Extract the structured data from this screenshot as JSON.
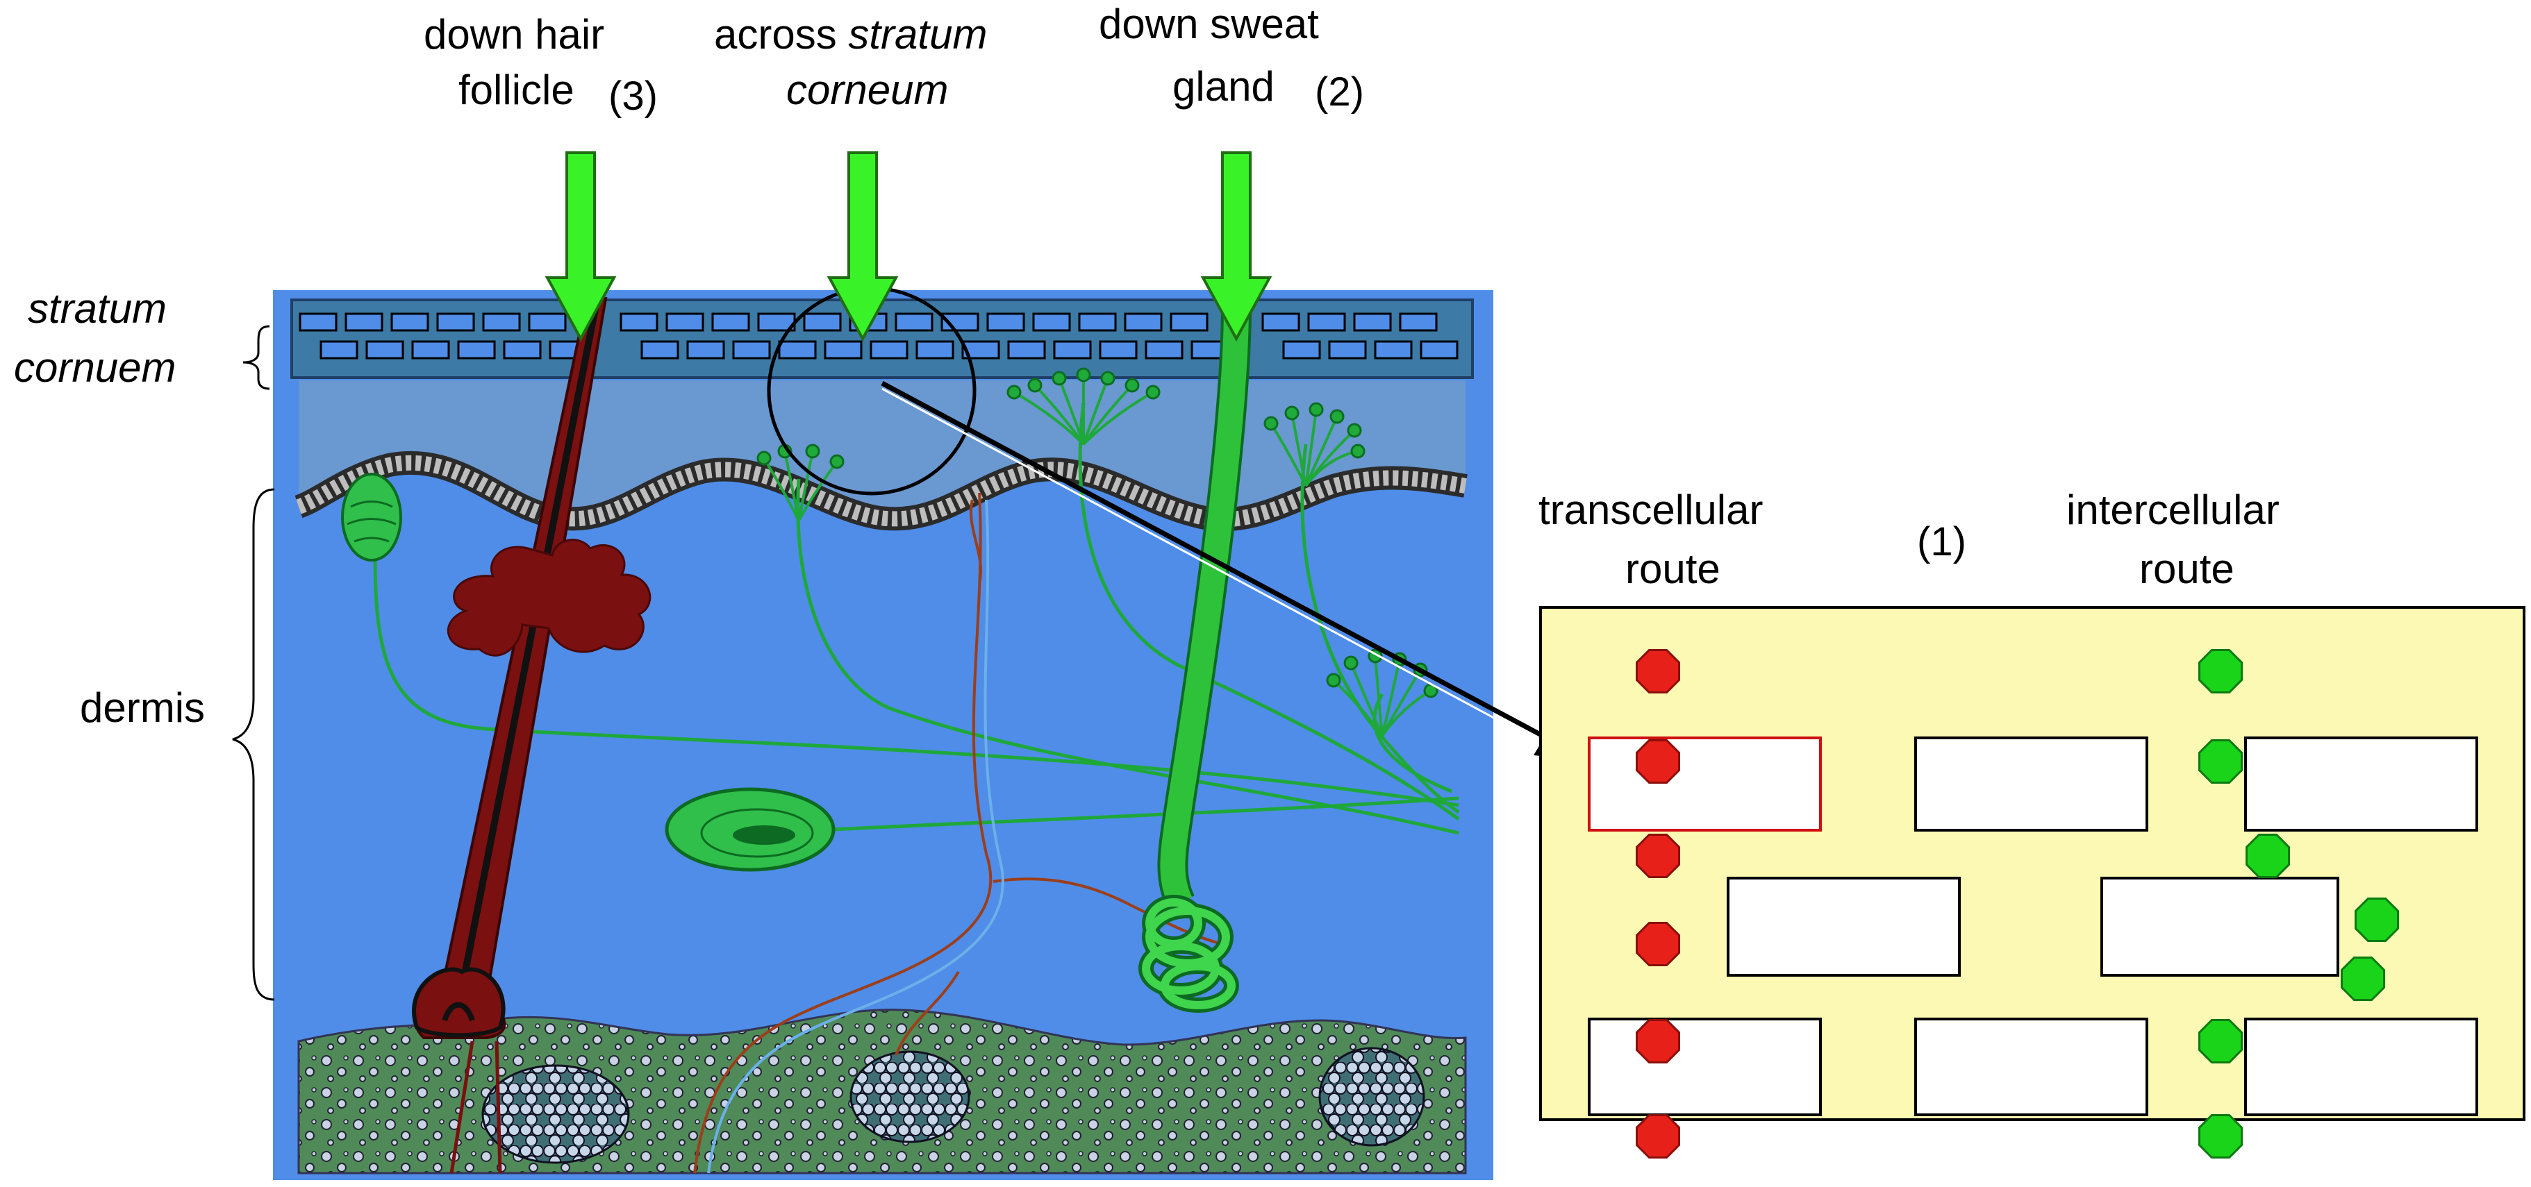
{
  "labels": {
    "hair_line1": "down hair",
    "hair_line2": "follicle",
    "hair_num": "(3)",
    "across_line1_plain": "across ",
    "across_line1_italic": "stratum",
    "across_line2": "corneum",
    "sweat_line1": "down sweat",
    "sweat_line2": "gland",
    "sweat_num": "(2)",
    "sc_line1": "stratum",
    "sc_line2": "cornuem",
    "dermis": "dermis",
    "trans_line1": "transcellular",
    "trans_line2": "route",
    "route_num": "(1)",
    "inter_line1": "intercellular",
    "inter_line2": "route"
  },
  "colors": {
    "skin_bg": "#4f8de8",
    "arrow": "#39f227",
    "hair": "#7a1010",
    "sweat": "#2ec23a",
    "nerve": "#1faa3a",
    "panel": "#fbf9b3",
    "route_red": "#e8201a",
    "route_green": "#19d419"
  }
}
